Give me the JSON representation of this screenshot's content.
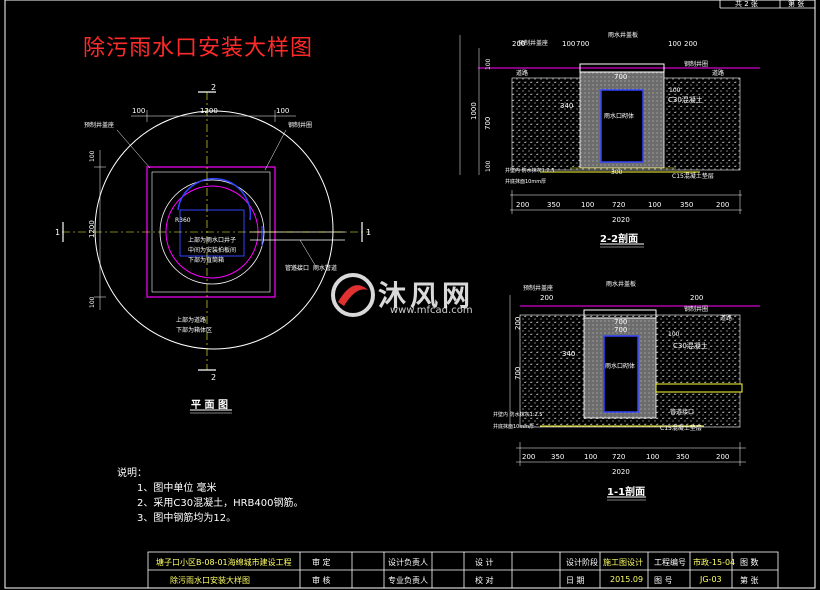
{
  "title": "除污雨水口安装大样图",
  "watermark": {
    "brand": "沐风网",
    "url": "www.mfcad.com"
  },
  "plan": {
    "caption": "平 面 图",
    "dims_top": [
      "100",
      "1200",
      "100"
    ],
    "dim_left": "1200",
    "dim_left_small": [
      "100",
      "100"
    ],
    "labels": [
      "预制井盖座",
      "钢制井圈",
      "上部为雨水口井子",
      "中间为安装拍板间",
      "下部为直筒箱",
      "管道接口",
      "雨水管道",
      "上部为道路",
      "下部为箱体区"
    ],
    "section_marks": [
      "2",
      "2",
      "1",
      "1"
    ],
    "radius": "R360"
  },
  "section22": {
    "caption": "2-2剖面",
    "top_dims": [
      "200",
      "100",
      "700",
      "100",
      "200"
    ],
    "inner_width": "700",
    "left_dims": [
      "1000",
      "700",
      "100",
      "100"
    ],
    "labels": [
      "预制井盖座",
      "雨水井盖板",
      "钢制井圈",
      "道路",
      "道路",
      "C30混凝土",
      "雨水口砌体",
      "C15混凝土垫层",
      "井壁内 防水抹灰1:2.5",
      "井底抹面10mm厚"
    ],
    "dim_340": "340",
    "dim_100": "100",
    "dim_300": "300",
    "bottom_dims": [
      "200",
      "350",
      "100",
      "720",
      "100",
      "350",
      "200"
    ],
    "total": "2020"
  },
  "section11": {
    "caption": "1-1剖面",
    "top_dims": [
      "200",
      "700",
      "200"
    ],
    "inner_width": "700",
    "left_dims": [
      "200",
      "700"
    ],
    "labels": [
      "预制井盖座",
      "雨水井盖板",
      "钢制井圈",
      "道路",
      "C30混凝土",
      "雨水口砌体",
      "管道接口",
      "C15混凝土垫层",
      "井壁内 防水抹灰1:2.5",
      "井底抹面10mm厚"
    ],
    "dim_340": "340",
    "dim_100": "100",
    "bottom_dims": [
      "200",
      "350",
      "100",
      "720",
      "100",
      "350",
      "200"
    ],
    "total": "2020"
  },
  "notes": {
    "heading": "说明：",
    "items": [
      "1、图中单位 毫米",
      "2、采用C30混凝土，HRB400钢筋。",
      "3、图中钢筋均为12。"
    ]
  },
  "title_block": {
    "project": "塘子口小区B-08-01海绵城市建设工程",
    "drawing": "除污雨水口安装大样图",
    "audit": "审  定",
    "review": "审  核",
    "design_lead": "设计负责人",
    "discipline_lead": "专业负责人",
    "design": "设  计",
    "check": "校  对",
    "stage_label": "设计阶段",
    "stage": "施工图设计",
    "job_label": "工程编号",
    "job": "市政-15-04",
    "sheet_label": "图  号",
    "sheet": "JG-03",
    "date_label": "日  期",
    "date": "2015.09",
    "total_label": "图  数",
    "page_label": "第  张",
    "top_right": [
      "共 2 张",
      "第   张"
    ]
  },
  "colors": {
    "title": "#ff2a2a",
    "line": "#ffffff",
    "accent": "#ff00ff",
    "hatch": "#b0b0b0",
    "blue": "#3344ff",
    "yellow": "#ffff33",
    "green": "#33ff33"
  }
}
